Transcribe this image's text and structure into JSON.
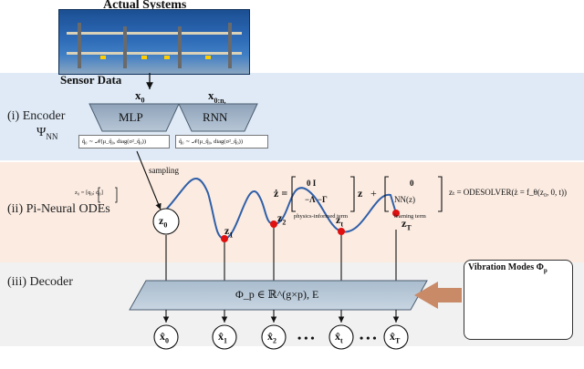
{
  "title": "Actual Systems",
  "sensor_data": "Sensor Data",
  "encoder": {
    "stage_label": "(i) Encoder",
    "psi": "Ψ",
    "psi_sub": "NN",
    "input_left": "x",
    "input_left_sub": "0",
    "input_right": "x",
    "input_right_sub": "0:n",
    "mlp_label": "MLP",
    "rnn_label": "RNN",
    "dist_left": "q̂₀ ∼ 𝒩(μ_q̂₀, diag(σ²_q̂₀))",
    "dist_right": "q̂₀ ∼ 𝒩(μ_q̂₀, diag(σ²_q̂₀))"
  },
  "ode": {
    "stage_label": "(ii) Pi-Neural ODEs",
    "sampling": "sampling",
    "z0_def": "z₀ = [q₀; q̇₀]",
    "equation_lhs": "ż =",
    "matrix_row1": "0      I",
    "matrix_row2": "−Λ   −Γ",
    "matrix_z": "z",
    "plus": "+",
    "learn_row1": "0",
    "learn_row2": "NN(z)",
    "physics_term": "physics-informed term",
    "learning_term": "learning term",
    "solver": "zₜ = ODESOLVER(ż = f_θ(z₀, 0, t))",
    "nodes": [
      "z",
      "z",
      "z",
      "z",
      "z"
    ],
    "node_subs": [
      "0",
      "1",
      "2",
      "t",
      "T"
    ]
  },
  "decoder": {
    "stage_label": "(iii) Decoder",
    "map_label": "Φ_p ∈ ℝ^(g×p),   E",
    "vibration_title": "Vibration Modes Φ",
    "vibration_sub": "p",
    "outputs": [
      "x̂",
      "x̂",
      "x̂",
      "x̂",
      "x̂"
    ],
    "output_subs": [
      "0",
      "1",
      "2",
      "t",
      "T"
    ],
    "ellipsis": "• • •"
  },
  "colors": {
    "encoder_band": "#dfeaf6",
    "ode_band": "#fbebe1",
    "decoder_band": "#f1f1f1",
    "trajectory": "#2f5fa8",
    "node_dot": "#e01010",
    "arrow_fill": "#c98a68"
  }
}
